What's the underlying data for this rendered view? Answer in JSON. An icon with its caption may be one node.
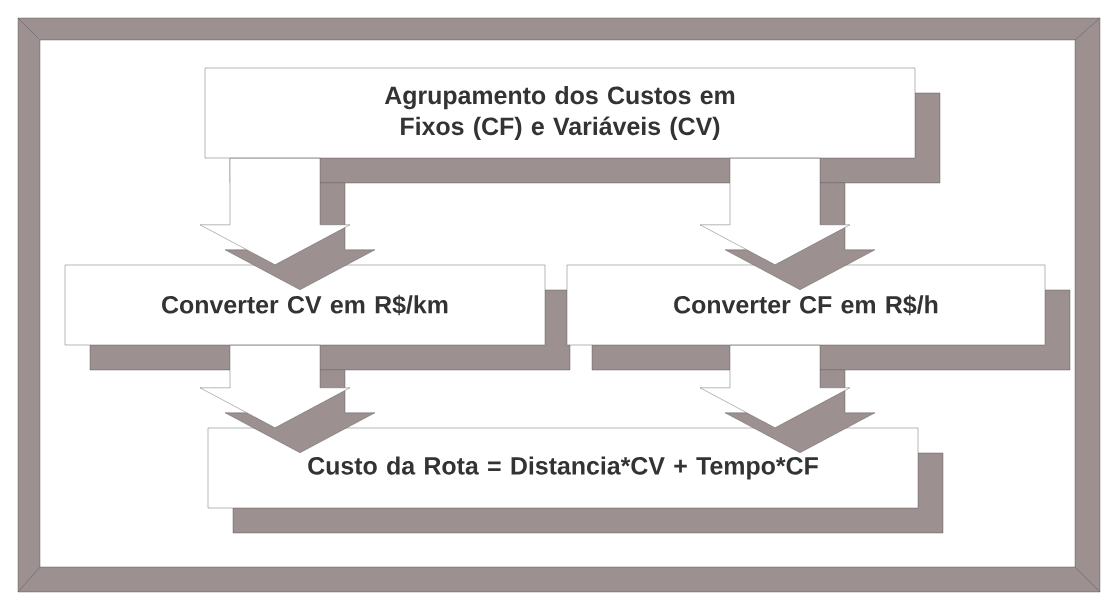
{
  "diagram": {
    "nodes": [
      {
        "text": [
          "Agrupamento dos Custos em Fixos (CF) e Variáveis (CV)"
        ]
      },
      {
        "text": [
          "Converter CV em R$/km"
        ]
      },
      {
        "text": [
          "Converter CF em R$/h"
        ]
      },
      {
        "text": [
          "Custo da Rota = Distancia*CV + Tempo*CF"
        ]
      }
    ],
    "edges": [
      {
        "from": 0,
        "to": 1,
        "arrow": "to"
      },
      {
        "from": 0,
        "to": 2,
        "arrow": "to"
      },
      {
        "from": 1,
        "to": 3,
        "arrow": "to"
      },
      {
        "from": 2,
        "to": 3,
        "arrow": "to"
      }
    ]
  }
}
